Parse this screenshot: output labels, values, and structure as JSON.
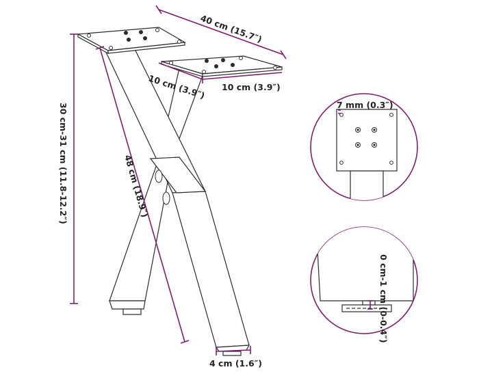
{
  "colors": {
    "dimension_line": "#7b1f6b",
    "outline": "#2a2a2a",
    "background": "#ffffff"
  },
  "dimensions": {
    "top_length": "40 cm (15.7″)",
    "plate_depth": "10 cm (3.9″)",
    "plate_width": "10 cm (3.9″)",
    "height": "30 cm-31 cm (11.8-12.2″)",
    "leg_length": "48 cm (18.9″)",
    "leg_width": "4 cm (1.6″)",
    "plate_thickness": "7 mm (0.3″)",
    "foot_adjust": "0 cm-1 cm (0-0.4″)"
  }
}
